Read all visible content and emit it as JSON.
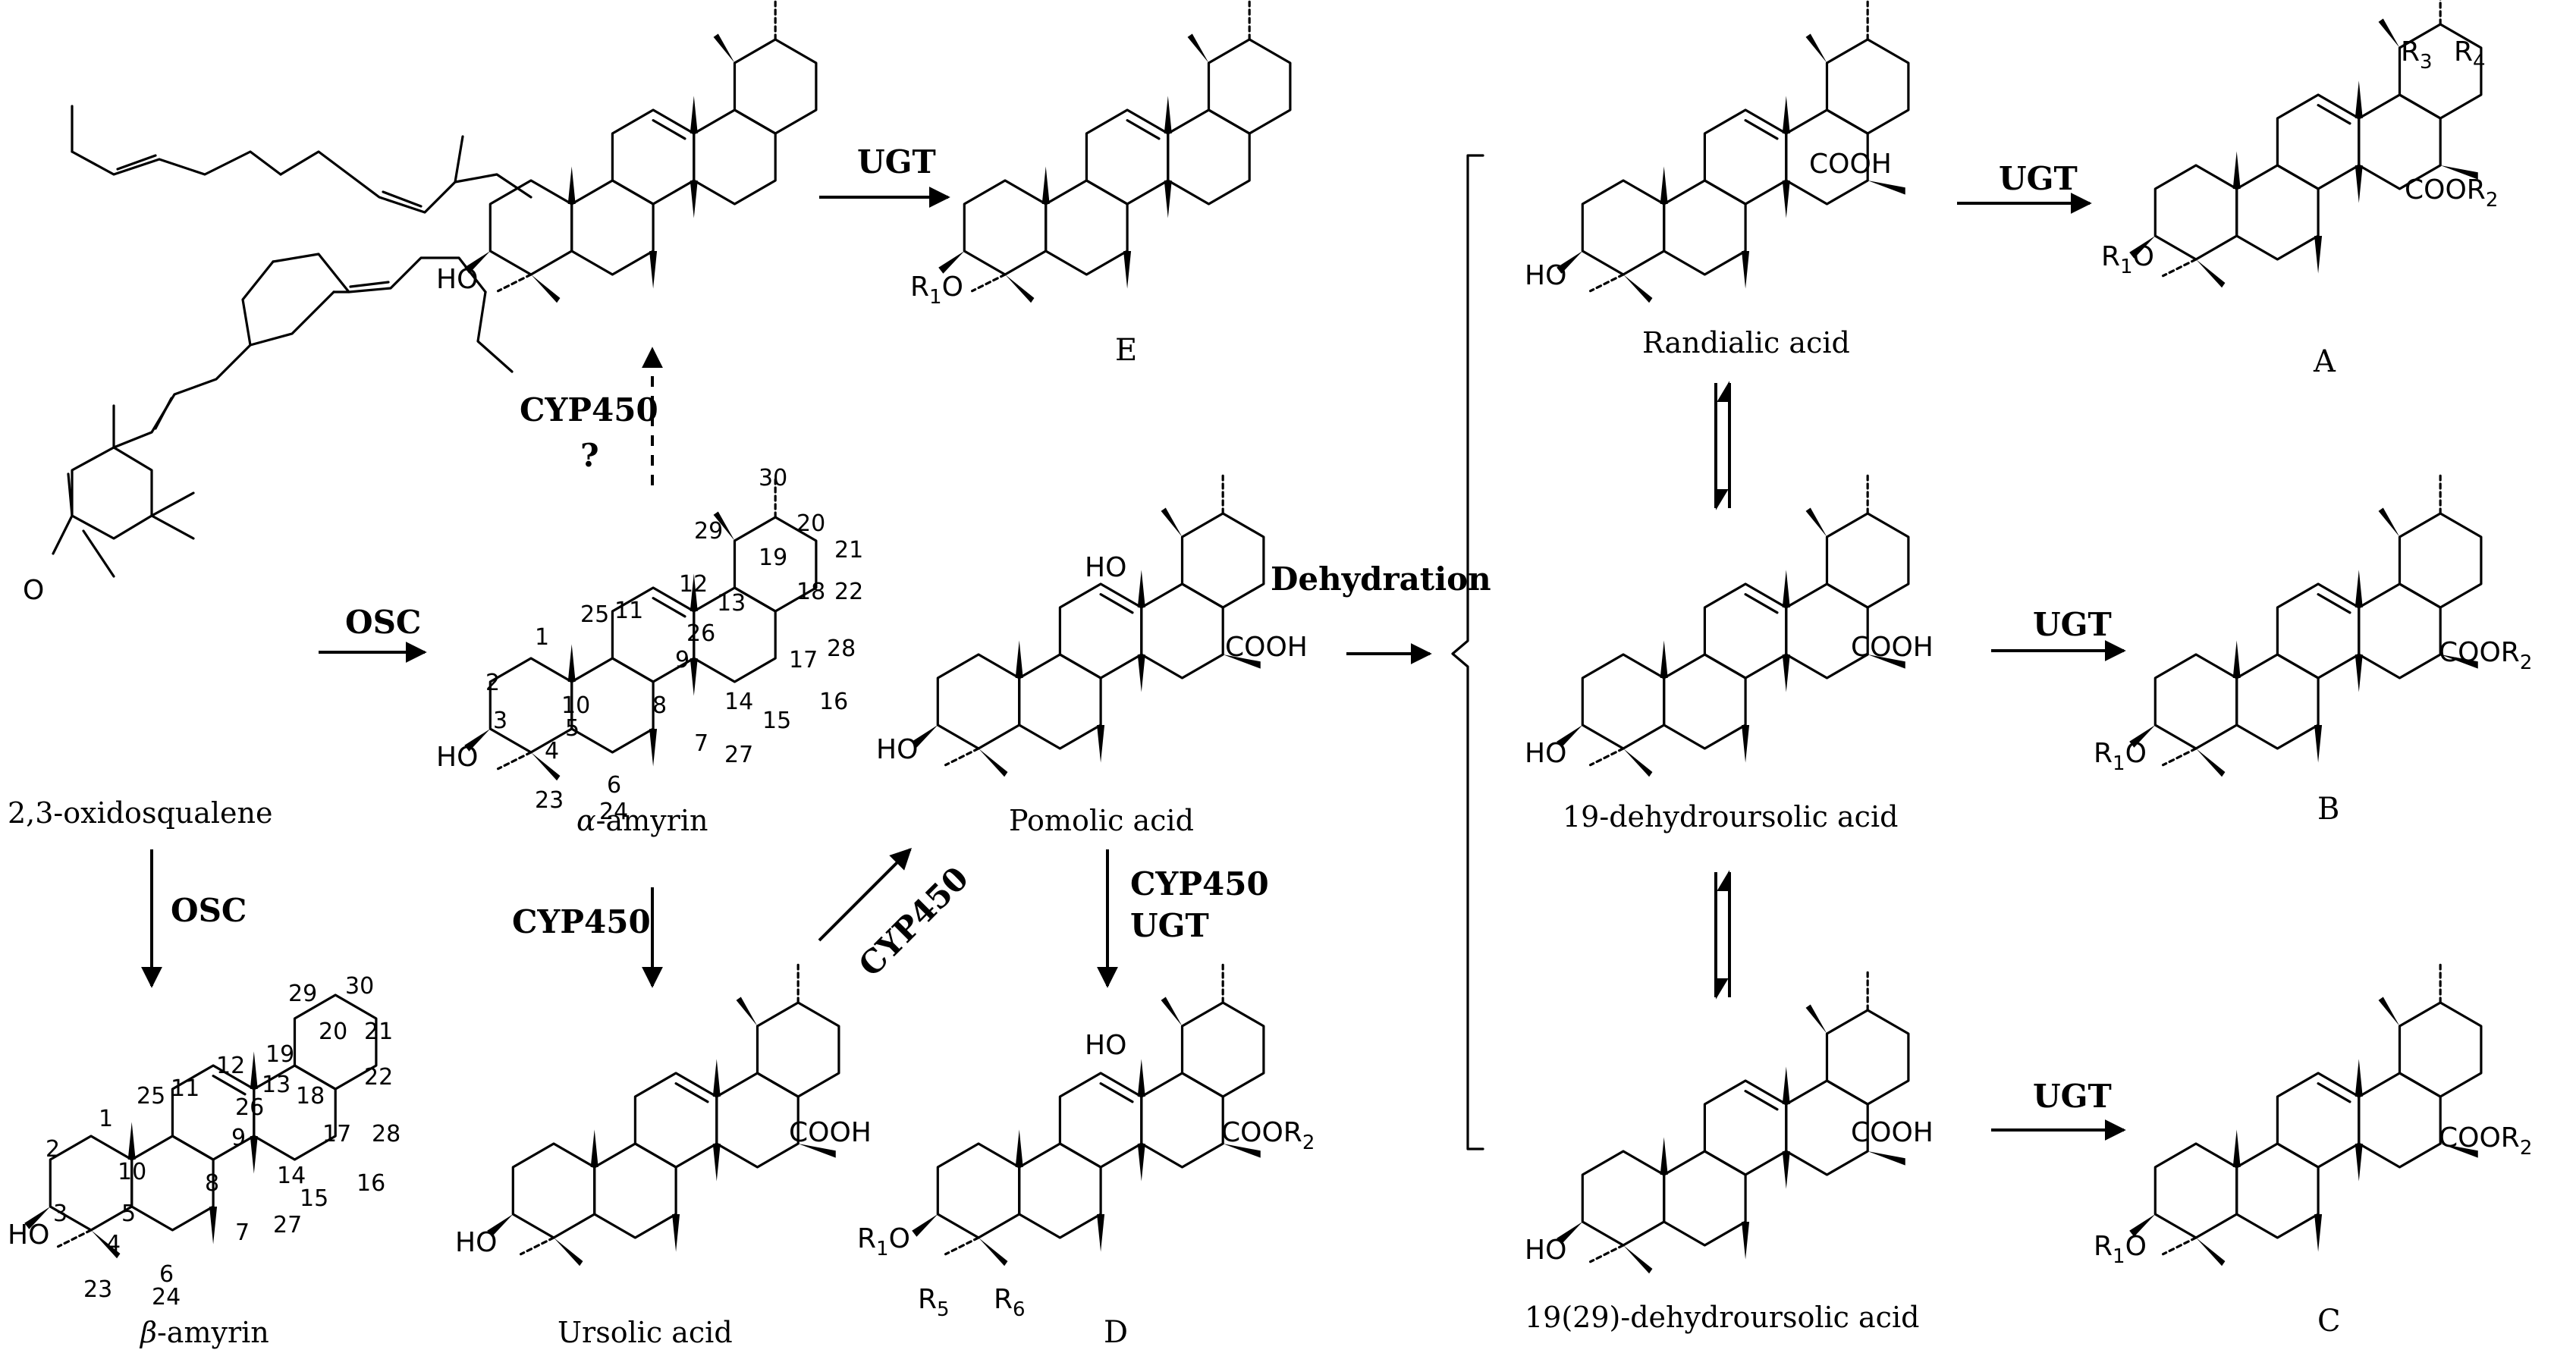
{
  "compounds": {
    "oxidosqualene": "2,3-oxidosqualene",
    "alpha_amyrin_prefix": "α",
    "alpha_amyrin_suffix": "-amyrin",
    "beta_amyrin_prefix": "β",
    "beta_amyrin_suffix": "-amyrin",
    "ursolic": "Ursolic acid",
    "pomolic": "Pomolic acid",
    "randialic": "Randialic acid",
    "dehydro19": "19-dehydroursolic acid",
    "dehydro1929": "19(29)-dehydroursolic acid",
    "E": "E",
    "D": "D",
    "A": "A",
    "B": "B",
    "C": "C"
  },
  "enzymes": {
    "osc_top": "OSC",
    "osc_down": "OSC",
    "cyp_q": "CYP450",
    "question": "?",
    "cyp_ursolic": "CYP450",
    "cyp_diag": "CYP450",
    "cyp_pomolic": "CYP450",
    "ugt_pomolic": "UGT",
    "ugt_e": "UGT",
    "dehydration": "Dehydration",
    "ugt_a": "UGT",
    "ugt_b": "UGT",
    "ugt_c": "UGT"
  },
  "atoms": {
    "ho": "HO",
    "cooh": "COOH",
    "coor2": "COOR",
    "r2_sub": "2",
    "r1": "R",
    "r1_sub": "1",
    "o": "O",
    "r3": "R",
    "r3_sub": "3",
    "r4": "R",
    "r4_sub": "4",
    "r5": "R",
    "r5_sub": "5",
    "r6": "R",
    "r6_sub": "6",
    "epoxide_o": "O",
    "hoOH": "HO"
  },
  "alpha_numbers": [
    "1",
    "2",
    "3",
    "4",
    "5",
    "6",
    "7",
    "8",
    "9",
    "10",
    "11",
    "12",
    "13",
    "14",
    "15",
    "16",
    "17",
    "18",
    "19",
    "20",
    "21",
    "22",
    "23",
    "24",
    "25",
    "26",
    "27",
    "28",
    "29",
    "30"
  ],
  "beta_numbers": [
    "1",
    "2",
    "3",
    "4",
    "5",
    "6",
    "7",
    "8",
    "9",
    "10",
    "11",
    "12",
    "13",
    "14",
    "15",
    "16",
    "17",
    "18",
    "19",
    "20",
    "21",
    "22",
    "23",
    "24",
    "25",
    "26",
    "27",
    "28",
    "29",
    "30"
  ]
}
